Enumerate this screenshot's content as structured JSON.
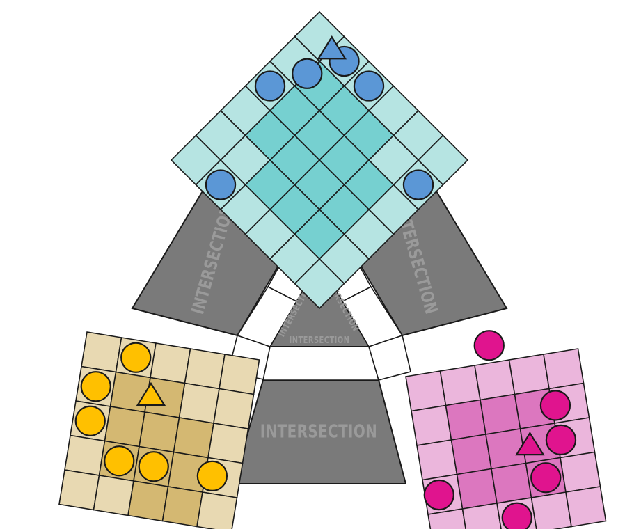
{
  "labels": {
    "top_left_pad": "INTERSECTION",
    "top_right_pad": "INTERSECTION",
    "bottom_pad": "INTERSECTION",
    "center_left": "INTERSECTION",
    "center_right": "INTERSECTION",
    "center_bottom": "INTERSECTION"
  },
  "players": [
    {
      "id": "blue",
      "piece_color": "#5b97d6",
      "cell_light": "#b6e4e2",
      "cell_dark": "#76d0d0",
      "pieces": "6 circles, 1 triangle"
    },
    {
      "id": "yellow",
      "piece_color": "#ffc000",
      "cell_light": "#e8d9b2",
      "cell_dark": "#d4b872",
      "pieces": "6 circles, 1 triangle"
    },
    {
      "id": "magenta",
      "piece_color": "#e0148e",
      "cell_light": "#ebb6dc",
      "cell_dark": "#dc77bf",
      "pieces": "6 circles, 1 triangle"
    }
  ],
  "colors": {
    "intersection_gray": "#7a7a7a",
    "label_gray": "#9a9a9a",
    "outline": "#1a1a1a"
  }
}
